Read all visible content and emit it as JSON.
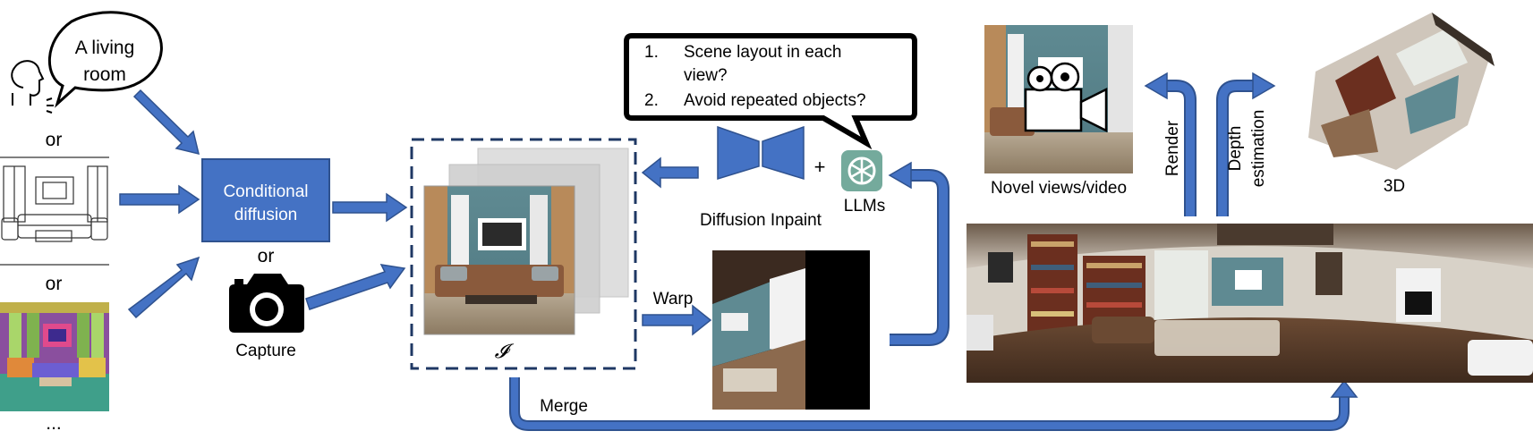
{
  "inputs": {
    "speech_bubble_text": [
      "A living",
      "room"
    ],
    "or_labels": [
      "or",
      "or",
      "or"
    ],
    "ellipsis": "..."
  },
  "conditional_diffusion": {
    "label_lines": [
      "Conditional",
      "diffusion"
    ]
  },
  "capture": {
    "label": "Capture"
  },
  "image_stack": {
    "symbol": "𝓘"
  },
  "llm_bubble": {
    "items": [
      {
        "num": "1.",
        "lines": [
          "Scene layout in each",
          "view?"
        ]
      },
      {
        "num": "2.",
        "lines": [
          "Avoid repeated objects?"
        ]
      }
    ]
  },
  "inpaint": {
    "label": "Diffusion Inpaint",
    "plus": "+"
  },
  "llms": {
    "label": "LLMs"
  },
  "warp": {
    "label": "Warp"
  },
  "merge": {
    "label": "Merge"
  },
  "outputs": {
    "novel_views_label": "Novel views/video",
    "render_label": "Render",
    "depth_label_lines": [
      "Depth",
      "estimation"
    ],
    "threed_label": "3D"
  },
  "colors": {
    "accent_blue": "#4472C4",
    "dark_blue_border": "#2F528F",
    "dashed_box": "#1F3864",
    "llm_green": "#74AA9C"
  }
}
